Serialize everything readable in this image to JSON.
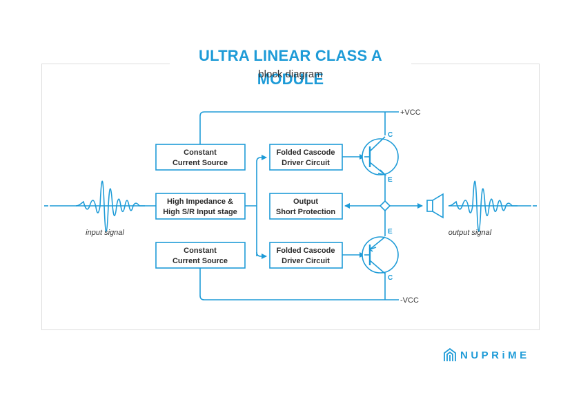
{
  "title": "ULTRA LINEAR CLASS A MODULE",
  "subtitle": "block diagram",
  "blocks": {
    "ccs_top": [
      "Constant",
      "Current Source"
    ],
    "input_stage": [
      "High Impedance &",
      "High S/R Input stage"
    ],
    "ccs_bottom": [
      "Constant",
      "Current Source"
    ],
    "driver_top": [
      "Folded Cascode",
      "Driver Circuit"
    ],
    "protection": [
      "Output",
      "Short Protection"
    ],
    "driver_bottom": [
      "Folded Cascode",
      "Driver Circuit"
    ]
  },
  "rails": {
    "positive": "+VCC",
    "negative": "-VCC"
  },
  "transistor_labels": {
    "top_collector": "C",
    "top_emitter": "E",
    "bottom_emitter": "E",
    "bottom_collector": "C"
  },
  "signals": {
    "input": "input signal",
    "output": "output signal"
  },
  "brand": "NUPRiME",
  "colors": {
    "accent": "#1e9bd7",
    "text": "#2b2b2b"
  }
}
